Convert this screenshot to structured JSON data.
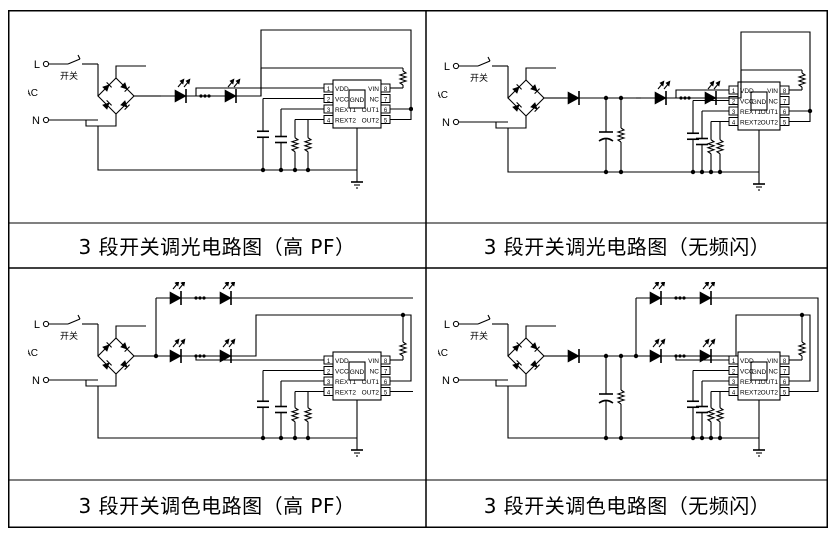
{
  "captions": {
    "top_left": "3 段开关调光电路图（高 PF）",
    "top_right": "3 段开关调光电路图（无频闪）",
    "bottom_left": "3 段开关调色电路图（高 PF）",
    "bottom_right": "3 段开关调色电路图（无频闪）"
  },
  "schematic": {
    "line_label": "L",
    "neutral_label": "N",
    "ac_label": "AC",
    "switch_label": "开关",
    "ic_left_pins": [
      "VDD",
      "VCC",
      "REXT1",
      "REXT2"
    ],
    "ic_right_pins": [
      "VIN",
      "NC",
      "OUT1",
      "OUT2"
    ],
    "ic_center": "GND",
    "pin_numbers_left": [
      "1",
      "2",
      "3",
      "4"
    ],
    "pin_numbers_right": [
      "8",
      "7",
      "6",
      "5"
    ]
  }
}
